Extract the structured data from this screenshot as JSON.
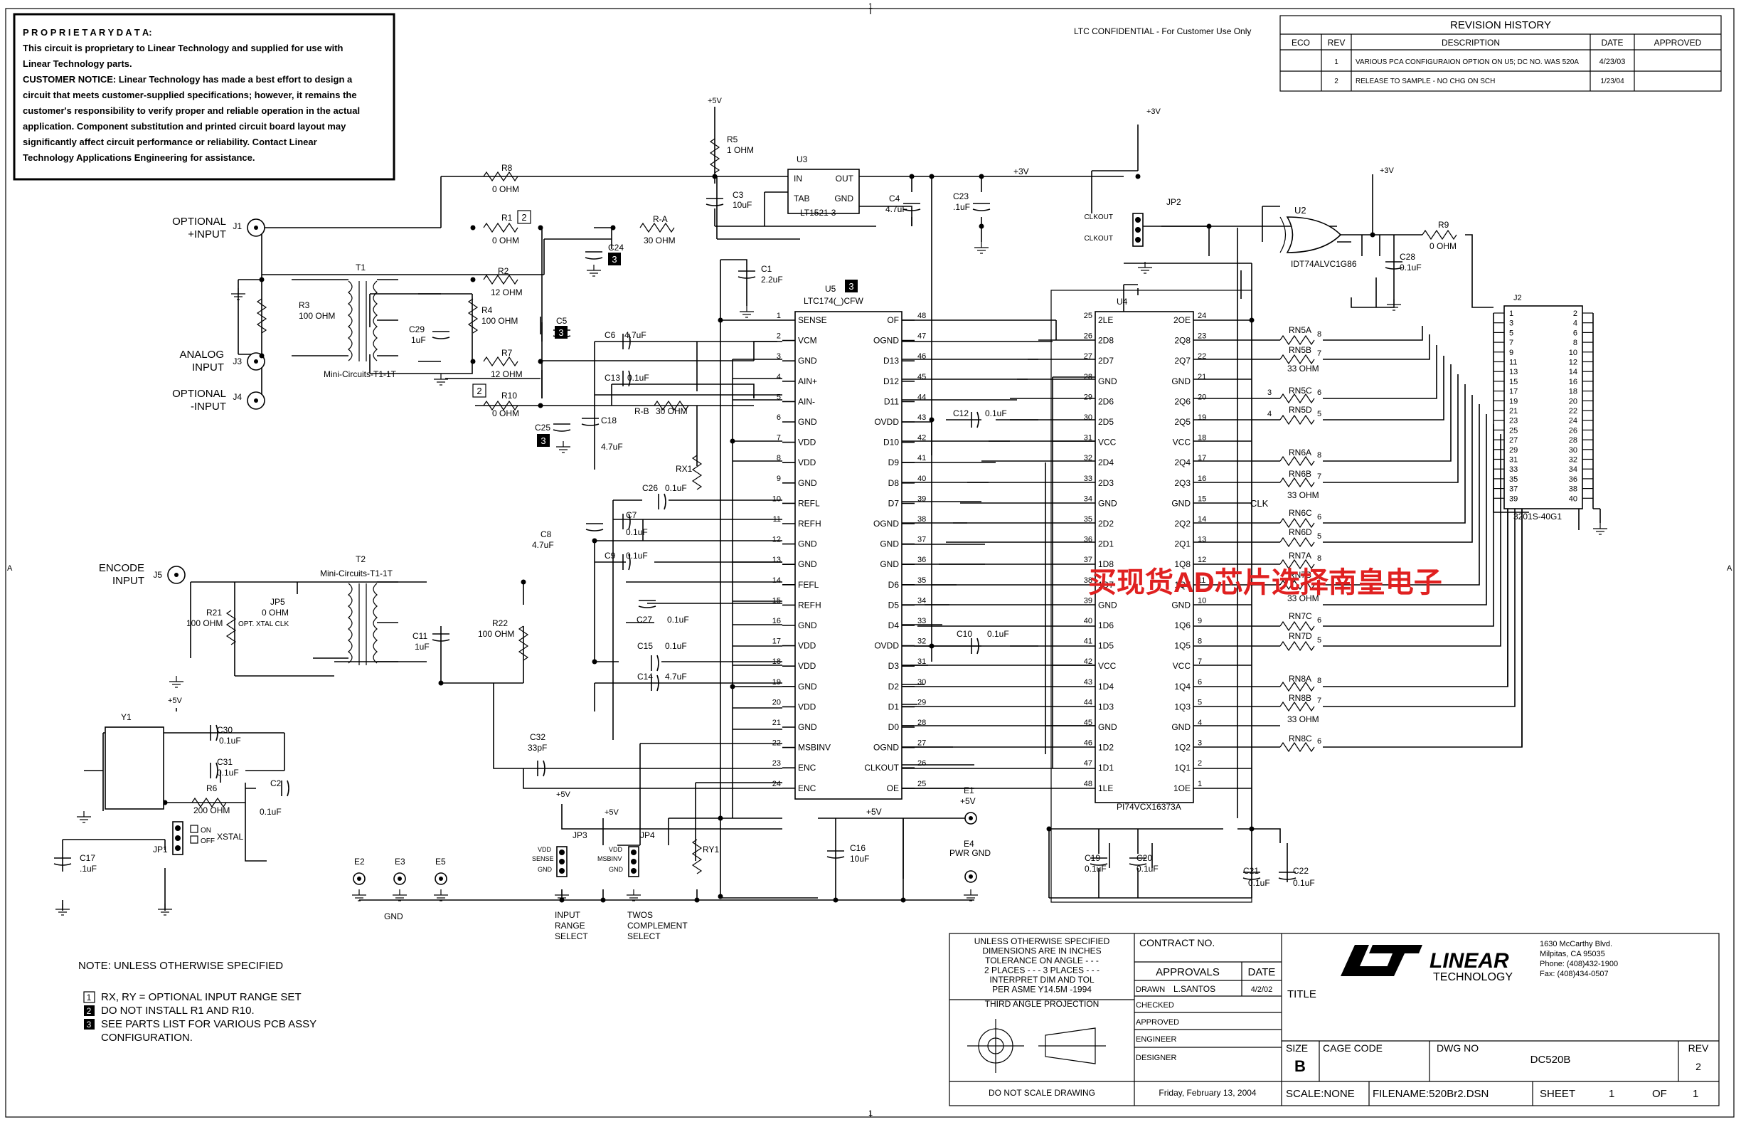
{
  "border": {
    "zone_col": "1",
    "zone_row": "A"
  },
  "proprietary": {
    "heading": "P R O P R I E T A R Y   D A T A:",
    "lines": [
      "This circuit is proprietary to Linear Technology and supplied for use with",
      "Linear Technology parts.",
      "CUSTOMER NOTICE:  Linear Technology has made a best effort to design a",
      "circuit that meets customer-supplied specifications; however, it remains the",
      "customer's responsibility to verify proper and reliable operation in the actual",
      "application.  Component substitution and printed circuit board layout may",
      "significantly affect circuit performance or reliability.  Contact Linear",
      "Technology Applications Engineering for assistance."
    ]
  },
  "confidential": "LTC CONFIDENTIAL - For Customer Use Only",
  "revision": {
    "title": "REVISION HISTORY",
    "headers": [
      "ECO",
      "REV",
      "DESCRIPTION",
      "DATE",
      "APPROVED"
    ],
    "rows": [
      {
        "eco": "",
        "rev": "1",
        "desc": "VARIOUS PCA CONFIGURAION OPTION ON U5; DC NO. WAS 520A",
        "date": "4/23/03",
        "approved": ""
      },
      {
        "eco": "",
        "rev": "2",
        "desc": "RELEASE TO SAMPLE - NO CHG ON SCH",
        "date": "1/23/04",
        "approved": ""
      }
    ]
  },
  "watermark": "买现货AD芯片选择南皇电子",
  "labels": [
    {
      "id": "optional-plus-input",
      "text": "OPTIONAL\n+INPUT"
    },
    {
      "id": "analog-input",
      "text": "ANALOG\nINPUT"
    },
    {
      "id": "optional-minus-input",
      "text": "OPTIONAL\n-INPUT"
    },
    {
      "id": "encode-input",
      "text": "ENCODE\nINPUT"
    },
    {
      "id": "input-range-select",
      "text": "INPUT\nRANGE\nSELECT"
    },
    {
      "id": "twos-complement-select",
      "text": "TWOS\nCOMPLEMENT\nSELECT"
    },
    {
      "id": "gnd-label",
      "text": "GND"
    },
    {
      "id": "clk-net",
      "text": "CLK"
    },
    {
      "id": "j1",
      "text": "J1"
    },
    {
      "id": "j3",
      "text": "J3"
    },
    {
      "id": "j4",
      "text": "J4"
    },
    {
      "id": "j5",
      "text": "J5"
    },
    {
      "id": "j2",
      "text": "J2"
    },
    {
      "id": "t1",
      "text": "T1"
    },
    {
      "id": "t1-part",
      "text": "Mini-Circuits-T1-1T"
    },
    {
      "id": "t2",
      "text": "T2"
    },
    {
      "id": "t2-part",
      "text": "Mini-Circuits-T1-1T"
    },
    {
      "id": "r8",
      "text": "R8"
    },
    {
      "id": "r8-val",
      "text": "0 OHM"
    },
    {
      "id": "r1",
      "text": "R1"
    },
    {
      "id": "r1-val",
      "text": "0 OHM"
    },
    {
      "id": "ra",
      "text": "R-A"
    },
    {
      "id": "ra-val",
      "text": "30 OHM"
    },
    {
      "id": "c24",
      "text": "C24"
    },
    {
      "id": "r2",
      "text": "R2"
    },
    {
      "id": "r2-val",
      "text": "12 OHM"
    },
    {
      "id": "r3",
      "text": "R3"
    },
    {
      "id": "r3-val",
      "text": "100 OHM"
    },
    {
      "id": "r4",
      "text": "R4"
    },
    {
      "id": "r4-val",
      "text": "100 OHM"
    },
    {
      "id": "c29",
      "text": "C29"
    },
    {
      "id": "c29-val",
      "text": "1uF"
    },
    {
      "id": "c5",
      "text": "C5"
    },
    {
      "id": "r7",
      "text": "R7"
    },
    {
      "id": "r7-val",
      "text": "12 OHM"
    },
    {
      "id": "r10",
      "text": "R10"
    },
    {
      "id": "r10-val",
      "text": "0 OHM"
    },
    {
      "id": "c25",
      "text": "C25"
    },
    {
      "id": "p5v-1",
      "text": "+5V"
    },
    {
      "id": "r5",
      "text": "R5"
    },
    {
      "id": "r5-val",
      "text": "1 OHM"
    },
    {
      "id": "c3",
      "text": "C3"
    },
    {
      "id": "c3-val",
      "text": "10uF"
    },
    {
      "id": "u3",
      "text": "U3"
    },
    {
      "id": "u3-part",
      "text": "LT1521-3"
    },
    {
      "id": "u3-in",
      "text": "IN"
    },
    {
      "id": "u3-out",
      "text": "OUT"
    },
    {
      "id": "u3-tab",
      "text": "TAB"
    },
    {
      "id": "u3-gnd",
      "text": "GND"
    },
    {
      "id": "c4",
      "text": "C4"
    },
    {
      "id": "c4-val",
      "text": "4.7uF"
    },
    {
      "id": "c23",
      "text": "C23"
    },
    {
      "id": "c23-val",
      "text": ".1uF"
    },
    {
      "id": "p3v-net",
      "text": "+3V"
    },
    {
      "id": "c1",
      "text": "C1"
    },
    {
      "id": "c1-val",
      "text": "2.2uF"
    },
    {
      "id": "u5",
      "text": "U5"
    },
    {
      "id": "u5-part",
      "text": "LTC174(_)CFW"
    },
    {
      "id": "c6",
      "text": "C6"
    },
    {
      "id": "c6-val",
      "text": "4.7uF"
    },
    {
      "id": "c13",
      "text": "C13"
    },
    {
      "id": "c13-val",
      "text": "0.1uF"
    },
    {
      "id": "c18",
      "text": "C18"
    },
    {
      "id": "c18-val",
      "text": "4.7uF"
    },
    {
      "id": "rb",
      "text": "R-B"
    },
    {
      "id": "rb-val",
      "text": "30 OHM"
    },
    {
      "id": "rx1",
      "text": "RX1"
    },
    {
      "id": "c26",
      "text": "C26"
    },
    {
      "id": "c26-val",
      "text": "0.1uF"
    },
    {
      "id": "c7",
      "text": "C7"
    },
    {
      "id": "c7-val",
      "text": "0.1uF"
    },
    {
      "id": "c8",
      "text": "C8"
    },
    {
      "id": "c8-val",
      "text": "4.7uF"
    },
    {
      "id": "c9",
      "text": "C9"
    },
    {
      "id": "c9-val",
      "text": "0.1uF"
    },
    {
      "id": "c27",
      "text": "C27"
    },
    {
      "id": "c27-val",
      "text": "0.1uF"
    },
    {
      "id": "c15",
      "text": "C15"
    },
    {
      "id": "c15-val",
      "text": "0.1uF"
    },
    {
      "id": "c14",
      "text": "C14"
    },
    {
      "id": "c14-val",
      "text": "4.7uF"
    },
    {
      "id": "c32",
      "text": "C32"
    },
    {
      "id": "c32-val",
      "text": "33pF"
    },
    {
      "id": "c12",
      "text": "C12"
    },
    {
      "id": "c12-val",
      "text": "0.1uF"
    },
    {
      "id": "c10",
      "text": "C10"
    },
    {
      "id": "c10-val",
      "text": "0.1uF"
    },
    {
      "id": "p3v-2",
      "text": "+3V"
    },
    {
      "id": "jp2",
      "text": "JP2"
    },
    {
      "id": "jp2-a",
      "text": "CLKOUT"
    },
    {
      "id": "jp2-b",
      "text": "CLKOUT"
    },
    {
      "id": "p3v-3",
      "text": "+3V"
    },
    {
      "id": "u2",
      "text": "U2"
    },
    {
      "id": "u2-part",
      "text": "IDT74ALVC1G86"
    },
    {
      "id": "c28",
      "text": "C28"
    },
    {
      "id": "c28-val",
      "text": "0.1uF"
    },
    {
      "id": "r9",
      "text": "R9"
    },
    {
      "id": "r9-val",
      "text": "0 OHM"
    },
    {
      "id": "u4",
      "text": "U4"
    },
    {
      "id": "u4-part",
      "text": "PI74VCX16373A"
    },
    {
      "id": "j2-part",
      "text": "3201S-40G1"
    },
    {
      "id": "rn5a",
      "text": "RN5A"
    },
    {
      "id": "rn5b",
      "text": "RN5B"
    },
    {
      "id": "rn5-val",
      "text": "33 OHM"
    },
    {
      "id": "rn5c",
      "text": "RN5C"
    },
    {
      "id": "rn5d",
      "text": "RN5D"
    },
    {
      "id": "rn6a",
      "text": "RN6A"
    },
    {
      "id": "rn6b",
      "text": "RN6B"
    },
    {
      "id": "rn6-val",
      "text": "33 OHM"
    },
    {
      "id": "rn6c",
      "text": "RN6C"
    },
    {
      "id": "rn6d",
      "text": "RN6D"
    },
    {
      "id": "rn7a",
      "text": "RN7A"
    },
    {
      "id": "rn7b",
      "text": "RN7B"
    },
    {
      "id": "rn7-val",
      "text": "33 OHM"
    },
    {
      "id": "rn7c",
      "text": "RN7C"
    },
    {
      "id": "rn7d",
      "text": "RN7D"
    },
    {
      "id": "rn8a",
      "text": "RN8A"
    },
    {
      "id": "rn8b",
      "text": "RN8B"
    },
    {
      "id": "rn8-val",
      "text": "33 OHM"
    },
    {
      "id": "rn8c",
      "text": "RN8C"
    },
    {
      "id": "r21",
      "text": "R21"
    },
    {
      "id": "r21-val",
      "text": "100 OHM"
    },
    {
      "id": "jp5",
      "text": "JP5"
    },
    {
      "id": "jp5-val",
      "text": "0 OHM"
    },
    {
      "id": "jp5-note",
      "text": "OPT. XTAL CLK"
    },
    {
      "id": "c11",
      "text": "C11"
    },
    {
      "id": "c11-val",
      "text": "1uF"
    },
    {
      "id": "r22",
      "text": "R22"
    },
    {
      "id": "r22-val",
      "text": "100 OHM"
    },
    {
      "id": "p5v-2",
      "text": "+5V"
    },
    {
      "id": "y1",
      "text": "Y1"
    },
    {
      "id": "c30",
      "text": "C30"
    },
    {
      "id": "c30-val",
      "text": "0.1uF"
    },
    {
      "id": "c31",
      "text": "C31"
    },
    {
      "id": "c31-val",
      "text": "0.1uF"
    },
    {
      "id": "r6",
      "text": "R6"
    },
    {
      "id": "r6-val",
      "text": "200 OHM"
    },
    {
      "id": "c2",
      "text": "C2"
    },
    {
      "id": "c2-val",
      "text": "0.1uF"
    },
    {
      "id": "jp1",
      "text": "JP1"
    },
    {
      "id": "jp1-on",
      "text": "ON"
    },
    {
      "id": "jp1-off",
      "text": "OFF"
    },
    {
      "id": "jp1-xstal",
      "text": "XSTAL"
    },
    {
      "id": "c17",
      "text": "C17"
    },
    {
      "id": "c17-val",
      "text": ".1uF"
    },
    {
      "id": "e2",
      "text": "E2"
    },
    {
      "id": "e3",
      "text": "E3"
    },
    {
      "id": "e5",
      "text": "E5"
    },
    {
      "id": "p5v-3",
      "text": "+5V"
    },
    {
      "id": "jp3",
      "text": "JP3"
    },
    {
      "id": "jp3-vdd",
      "text": "VDD"
    },
    {
      "id": "jp3-sense",
      "text": "SENSE"
    },
    {
      "id": "jp3-gnd",
      "text": "GND"
    },
    {
      "id": "p5v-4",
      "text": "+5V"
    },
    {
      "id": "jp4",
      "text": "JP4"
    },
    {
      "id": "jp4-vdd",
      "text": "VDD"
    },
    {
      "id": "jp4-msb",
      "text": "MSBINV"
    },
    {
      "id": "jp4-gnd",
      "text": "GND"
    },
    {
      "id": "ry1",
      "text": "RY1"
    },
    {
      "id": "p5v-5",
      "text": "+5V"
    },
    {
      "id": "c16",
      "text": "C16"
    },
    {
      "id": "c16-val",
      "text": "10uF"
    },
    {
      "id": "e1",
      "text": "E1"
    },
    {
      "id": "e1-val",
      "text": "+5V"
    },
    {
      "id": "e4",
      "text": "E4"
    },
    {
      "id": "e4-val",
      "text": "PWR GND"
    },
    {
      "id": "c19",
      "text": "C19"
    },
    {
      "id": "c19-val",
      "text": "0.1uF"
    },
    {
      "id": "c20",
      "text": "C20"
    },
    {
      "id": "c20-val",
      "text": "0.1uF"
    },
    {
      "id": "c21",
      "text": "C21"
    },
    {
      "id": "c21-val",
      "text": "0.1uF"
    },
    {
      "id": "c22",
      "text": "C22"
    },
    {
      "id": "c22-val",
      "text": "0.1uF"
    }
  ],
  "u5_pins_left": [
    {
      "num": "1",
      "name": "SENSE"
    },
    {
      "num": "2",
      "name": "VCM"
    },
    {
      "num": "3",
      "name": "GND"
    },
    {
      "num": "4",
      "name": "AIN+"
    },
    {
      "num": "5",
      "name": "AIN-"
    },
    {
      "num": "6",
      "name": "GND"
    },
    {
      "num": "7",
      "name": "VDD"
    },
    {
      "num": "8",
      "name": "VDD"
    },
    {
      "num": "9",
      "name": "GND"
    },
    {
      "num": "10",
      "name": "REFL"
    },
    {
      "num": "11",
      "name": "REFH"
    },
    {
      "num": "12",
      "name": "GND"
    },
    {
      "num": "13",
      "name": "GND"
    },
    {
      "num": "14",
      "name": "FEFL"
    },
    {
      "num": "15",
      "name": "REFH"
    },
    {
      "num": "16",
      "name": "GND"
    },
    {
      "num": "17",
      "name": "VDD"
    },
    {
      "num": "18",
      "name": "VDD"
    },
    {
      "num": "19",
      "name": "GND"
    },
    {
      "num": "20",
      "name": "VDD"
    },
    {
      "num": "21",
      "name": "GND"
    },
    {
      "num": "22",
      "name": "MSBINV"
    },
    {
      "num": "23",
      "name": "ENC"
    },
    {
      "num": "24",
      "name": "ENC"
    }
  ],
  "u5_pins_right": [
    {
      "num": "48",
      "name": "OF"
    },
    {
      "num": "47",
      "name": "OGND"
    },
    {
      "num": "46",
      "name": "D13"
    },
    {
      "num": "45",
      "name": "D12"
    },
    {
      "num": "44",
      "name": "D11"
    },
    {
      "num": "43",
      "name": "OVDD"
    },
    {
      "num": "42",
      "name": "D10"
    },
    {
      "num": "41",
      "name": "D9"
    },
    {
      "num": "40",
      "name": "D8"
    },
    {
      "num": "39",
      "name": "D7"
    },
    {
      "num": "38",
      "name": "OGND"
    },
    {
      "num": "37",
      "name": "GND"
    },
    {
      "num": "36",
      "name": "GND"
    },
    {
      "num": "35",
      "name": "D6"
    },
    {
      "num": "34",
      "name": "D5"
    },
    {
      "num": "33",
      "name": "D4"
    },
    {
      "num": "32",
      "name": "OVDD"
    },
    {
      "num": "31",
      "name": "D3"
    },
    {
      "num": "30",
      "name": "D2"
    },
    {
      "num": "29",
      "name": "D1"
    },
    {
      "num": "28",
      "name": "D0"
    },
    {
      "num": "27",
      "name": "OGND"
    },
    {
      "num": "26",
      "name": "CLKOUT"
    },
    {
      "num": "25",
      "name": "OE"
    }
  ],
  "u4_pins_left": [
    {
      "num": "25",
      "name": "2LE"
    },
    {
      "num": "26",
      "name": "2D8"
    },
    {
      "num": "27",
      "name": "2D7"
    },
    {
      "num": "28",
      "name": "GND"
    },
    {
      "num": "29",
      "name": "2D6"
    },
    {
      "num": "30",
      "name": "2D5"
    },
    {
      "num": "31",
      "name": "VCC"
    },
    {
      "num": "32",
      "name": "2D4"
    },
    {
      "num": "33",
      "name": "2D3"
    },
    {
      "num": "34",
      "name": "GND"
    },
    {
      "num": "35",
      "name": "2D2"
    },
    {
      "num": "36",
      "name": "2D1"
    },
    {
      "num": "37",
      "name": "1D8"
    },
    {
      "num": "38",
      "name": "1D7"
    },
    {
      "num": "39",
      "name": "GND"
    },
    {
      "num": "40",
      "name": "1D6"
    },
    {
      "num": "41",
      "name": "1D5"
    },
    {
      "num": "42",
      "name": "VCC"
    },
    {
      "num": "43",
      "name": "1D4"
    },
    {
      "num": "44",
      "name": "1D3"
    },
    {
      "num": "45",
      "name": "GND"
    },
    {
      "num": "46",
      "name": "1D2"
    },
    {
      "num": "47",
      "name": "1D1"
    },
    {
      "num": "48",
      "name": "1LE"
    }
  ],
  "u4_pins_right": [
    {
      "num": "24",
      "name": "2OE"
    },
    {
      "num": "23",
      "name": "2Q8"
    },
    {
      "num": "22",
      "name": "2Q7"
    },
    {
      "num": "21",
      "name": "GND"
    },
    {
      "num": "20",
      "name": "2Q6"
    },
    {
      "num": "19",
      "name": "2Q5"
    },
    {
      "num": "18",
      "name": "VCC"
    },
    {
      "num": "17",
      "name": "2Q4"
    },
    {
      "num": "16",
      "name": "2Q3"
    },
    {
      "num": "15",
      "name": "GND"
    },
    {
      "num": "14",
      "name": "2Q2"
    },
    {
      "num": "13",
      "name": "2Q1"
    },
    {
      "num": "12",
      "name": "1Q8"
    },
    {
      "num": "11",
      "name": "1Q7"
    },
    {
      "num": "10",
      "name": "GND"
    },
    {
      "num": "9",
      "name": "1Q6"
    },
    {
      "num": "8",
      "name": "1Q5"
    },
    {
      "num": "7",
      "name": "VCC"
    },
    {
      "num": "6",
      "name": "1Q4"
    },
    {
      "num": "5",
      "name": "1Q3"
    },
    {
      "num": "4",
      "name": "GND"
    },
    {
      "num": "3",
      "name": "1Q2"
    },
    {
      "num": "2",
      "name": "1Q1"
    },
    {
      "num": "1",
      "name": "1OE"
    }
  ],
  "j2_rows": [
    [
      "1",
      "2"
    ],
    [
      "3",
      "4"
    ],
    [
      "5",
      "6"
    ],
    [
      "7",
      "8"
    ],
    [
      "9",
      "10"
    ],
    [
      "11",
      "12"
    ],
    [
      "13",
      "14"
    ],
    [
      "15",
      "16"
    ],
    [
      "17",
      "18"
    ],
    [
      "19",
      "20"
    ],
    [
      "21",
      "22"
    ],
    [
      "23",
      "24"
    ],
    [
      "25",
      "26"
    ],
    [
      "27",
      "28"
    ],
    [
      "29",
      "30"
    ],
    [
      "31",
      "32"
    ],
    [
      "33",
      "34"
    ],
    [
      "35",
      "36"
    ],
    [
      "37",
      "38"
    ],
    [
      "39",
      "40"
    ]
  ],
  "notes": {
    "heading": "NOTE: UNLESS OTHERWISE SPECIFIED",
    "items": [
      {
        "num": "1",
        "text": "RX, RY =  OPTIONAL INPUT RANGE SET"
      },
      {
        "num": "2",
        "text": "DO NOT INSTALL R1 AND R10."
      },
      {
        "num": "3",
        "text": "SEE PARTS LIST FOR VARIOUS PCB ASSY"
      },
      {
        "num": "",
        "text": "CONFIGURATION."
      }
    ]
  },
  "title_block": {
    "tolerance": [
      "UNLESS OTHERWISE SPECIFIED",
      "DIMENSIONS ARE IN INCHES",
      "TOLERANCE ON ANGLE - - -",
      "2 PLACES - - -     3 PLACES - - -",
      "INTERPRET DIM AND TOL",
      "PER ASME Y14.5M -1994"
    ],
    "projection": "THIRD ANGLE PROJECTION",
    "do_not_scale": "DO NOT SCALE DRAWING",
    "contract": "CONTRACT NO.",
    "approvals": "APPROVALS",
    "date_header": "DATE",
    "rows": [
      {
        "role": "DRAWN",
        "name": "L.SANTOS",
        "date": "4/2/02"
      },
      {
        "role": "CHECKED",
        "name": "",
        "date": ""
      },
      {
        "role": "APPROVED",
        "name": "",
        "date": ""
      },
      {
        "role": "ENGINEER",
        "name": "",
        "date": ""
      },
      {
        "role": "DESIGNER",
        "name": "",
        "date": ""
      }
    ],
    "print_date": "Friday, February 13, 2004",
    "company_line1": "LINEAR",
    "company_line2": "TECHNOLOGY",
    "address": [
      "1630 McCarthy Blvd.",
      "Milpitas, CA 95035",
      "Phone: (408)432-1900",
      "Fax: (408)434-0507"
    ],
    "title_label": "TITLE",
    "size_label": "SIZE",
    "size": "B",
    "cage_label": "CAGE CODE",
    "dwg_label": "DWG NO",
    "dwg_no": "DC520B",
    "rev_label": "REV",
    "rev": "2",
    "scale": "SCALE:NONE",
    "filename": "FILENAME:520Br2.DSN",
    "sheet_label": "SHEET",
    "sheet": "1",
    "of_label": "OF",
    "of": "1"
  }
}
